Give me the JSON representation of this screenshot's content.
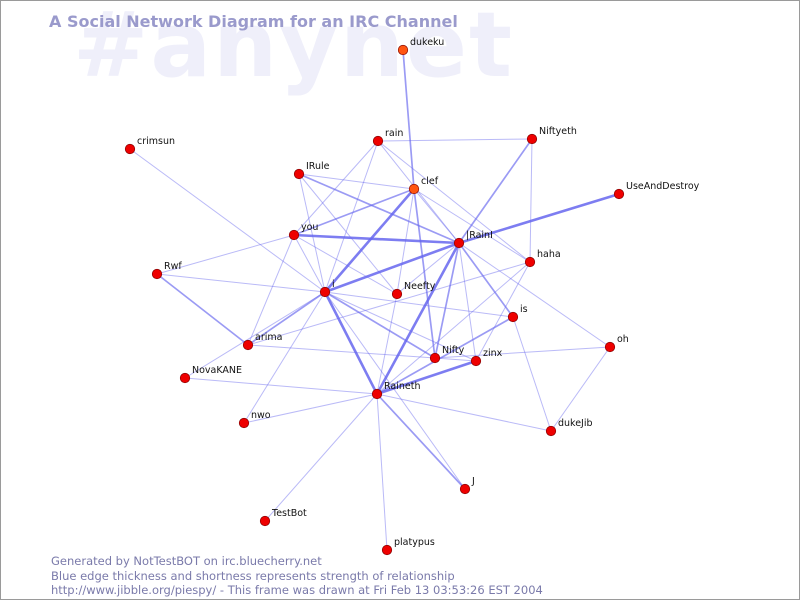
{
  "title": "A Social Network Diagram for an IRC Channel",
  "watermark": "#anynet",
  "footer": {
    "line1": "Generated by NotTestBOT on irc.bluecherry.net",
    "line2": "Blue edge thickness and shortness represents strength of relationship",
    "line3": "http://www.jibble.org/piespy/ - This frame was drawn at Fri Feb 13 03:53:26 EST 2004"
  },
  "colors": {
    "node": "#ee0000",
    "node_highlight": "#ff5511",
    "edge": "#6666ee",
    "title": "#9a9acc",
    "watermark": "#efeffa",
    "footer": "#7a7aaa"
  },
  "nodes": [
    {
      "id": "dukeku",
      "label": "dukeku",
      "highlight": true
    },
    {
      "id": "crimsun",
      "label": "crimsun"
    },
    {
      "id": "rain",
      "label": "rain"
    },
    {
      "id": "Niftyeth",
      "label": "Niftyeth"
    },
    {
      "id": "IRule",
      "label": "IRule"
    },
    {
      "id": "clef",
      "label": "clef",
      "highlight": true
    },
    {
      "id": "UseAndDestroy",
      "label": "UseAndDestroy"
    },
    {
      "id": "you",
      "label": "you"
    },
    {
      "id": "IRainI",
      "label": "|RainI"
    },
    {
      "id": "haha",
      "label": "haha"
    },
    {
      "id": "Rwf",
      "label": "Rwf"
    },
    {
      "id": "i",
      "label": "i"
    },
    {
      "id": "Neefty",
      "label": "Neefty"
    },
    {
      "id": "is",
      "label": "is"
    },
    {
      "id": "arima",
      "label": "arima"
    },
    {
      "id": "oh",
      "label": "oh"
    },
    {
      "id": "Nifty",
      "label": "Nifty"
    },
    {
      "id": "zinx",
      "label": "zinx"
    },
    {
      "id": "NovaKANE",
      "label": "NovaKANE"
    },
    {
      "id": "Raineth",
      "label": "Raineth"
    },
    {
      "id": "nwo",
      "label": "nwo"
    },
    {
      "id": "dukeJib",
      "label": "dukeJib"
    },
    {
      "id": "J",
      "label": "J"
    },
    {
      "id": "TestBot",
      "label": "TestBot"
    },
    {
      "id": "platypus",
      "label": "platypus"
    }
  ],
  "edges": [
    {
      "source": "dukeku",
      "target": "clef",
      "weight": 2
    },
    {
      "source": "crimsun",
      "target": "i",
      "weight": 1
    },
    {
      "source": "rain",
      "target": "Niftyeth",
      "weight": 1
    },
    {
      "source": "rain",
      "target": "you",
      "weight": 1
    },
    {
      "source": "rain",
      "target": "IRainI",
      "weight": 1
    },
    {
      "source": "rain",
      "target": "i",
      "weight": 1
    },
    {
      "source": "rain",
      "target": "haha",
      "weight": 1
    },
    {
      "source": "Niftyeth",
      "target": "IRainI",
      "weight": 2
    },
    {
      "source": "Niftyeth",
      "target": "haha",
      "weight": 1
    },
    {
      "source": "IRule",
      "target": "clef",
      "weight": 1
    },
    {
      "source": "IRule",
      "target": "IRainI",
      "weight": 2
    },
    {
      "source": "IRule",
      "target": "Neefty",
      "weight": 1
    },
    {
      "source": "IRule",
      "target": "i",
      "weight": 1
    },
    {
      "source": "clef",
      "target": "you",
      "weight": 2
    },
    {
      "source": "clef",
      "target": "i",
      "weight": 3
    },
    {
      "source": "clef",
      "target": "Nifty",
      "weight": 2
    },
    {
      "source": "clef",
      "target": "IRainI",
      "weight": 1
    },
    {
      "source": "clef",
      "target": "Neefty",
      "weight": 1
    },
    {
      "source": "clef",
      "target": "haha",
      "weight": 1
    },
    {
      "source": "UseAndDestroy",
      "target": "IRainI",
      "weight": 3
    },
    {
      "source": "you",
      "target": "IRainI",
      "weight": 3
    },
    {
      "source": "you",
      "target": "i",
      "weight": 1
    },
    {
      "source": "you",
      "target": "Neefty",
      "weight": 1
    },
    {
      "source": "you",
      "target": "arima",
      "weight": 1
    },
    {
      "source": "IRainI",
      "target": "i",
      "weight": 3
    },
    {
      "source": "IRainI",
      "target": "Raineth",
      "weight": 3
    },
    {
      "source": "IRainI",
      "target": "Nifty",
      "weight": 2
    },
    {
      "source": "IRainI",
      "target": "is",
      "weight": 2
    },
    {
      "source": "IRainI",
      "target": "zinx",
      "weight": 1
    },
    {
      "source": "IRainI",
      "target": "oh",
      "weight": 1
    },
    {
      "source": "IRainI",
      "target": "Neefty",
      "weight": 1
    },
    {
      "source": "haha",
      "target": "Raineth",
      "weight": 1
    },
    {
      "source": "haha",
      "target": "arima",
      "weight": 1
    },
    {
      "source": "haha",
      "target": "zinx",
      "weight": 1
    },
    {
      "source": "Rwf",
      "target": "i",
      "weight": 1
    },
    {
      "source": "Rwf",
      "target": "arima",
      "weight": 2
    },
    {
      "source": "Rwf",
      "target": "you",
      "weight": 1
    },
    {
      "source": "i",
      "target": "Raineth",
      "weight": 3
    },
    {
      "source": "i",
      "target": "Nifty",
      "weight": 2
    },
    {
      "source": "i",
      "target": "arima",
      "weight": 2
    },
    {
      "source": "i",
      "target": "NovaKANE",
      "weight": 1
    },
    {
      "source": "i",
      "target": "nwo",
      "weight": 1
    },
    {
      "source": "i",
      "target": "J",
      "weight": 1
    },
    {
      "source": "i",
      "target": "zinx",
      "weight": 1
    },
    {
      "source": "i",
      "target": "is",
      "weight": 1
    },
    {
      "source": "Neefty",
      "target": "Raineth",
      "weight": 1
    },
    {
      "source": "is",
      "target": "Raineth",
      "weight": 2
    },
    {
      "source": "is",
      "target": "dukeJib",
      "weight": 1
    },
    {
      "source": "arima",
      "target": "Nifty",
      "weight": 1
    },
    {
      "source": "oh",
      "target": "Nifty",
      "weight": 1
    },
    {
      "source": "oh",
      "target": "dukeJib",
      "weight": 1
    },
    {
      "source": "Nifty",
      "target": "zinx",
      "weight": 1
    },
    {
      "source": "zinx",
      "target": "Raineth",
      "weight": 3
    },
    {
      "source": "Raineth",
      "target": "NovaKANE",
      "weight": 1
    },
    {
      "source": "Raineth",
      "target": "nwo",
      "weight": 1
    },
    {
      "source": "Raineth",
      "target": "dukeJib",
      "weight": 1
    },
    {
      "source": "Raineth",
      "target": "J",
      "weight": 2
    },
    {
      "source": "Raineth",
      "target": "TestBot",
      "weight": 1
    },
    {
      "source": "Raineth",
      "target": "platypus",
      "weight": 1
    }
  ]
}
